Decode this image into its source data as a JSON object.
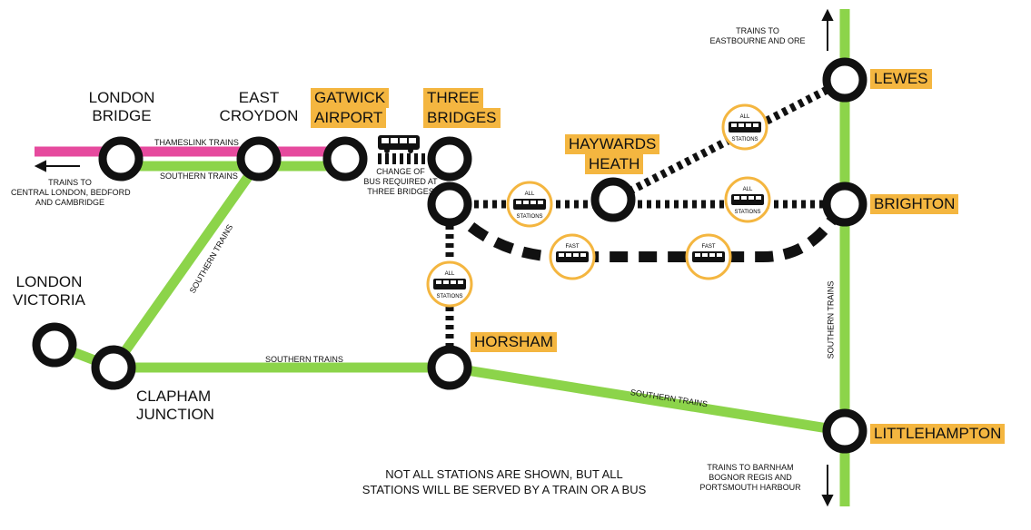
{
  "colors": {
    "southern": "#8cd44a",
    "thameslink": "#e64a9e",
    "station_ring": "#111111",
    "highlight": "#f4b640",
    "bus_dash": "#111111",
    "badge_border": "#f4b640"
  },
  "stations": {
    "london_bridge": [
      "LONDON",
      "BRIDGE"
    ],
    "east_croydon": [
      "EAST",
      "CROYDON"
    ],
    "gatwick_airport": [
      "GATWICK",
      "AIRPORT"
    ],
    "three_bridges": [
      "THREE",
      "BRIDGES"
    ],
    "haywards_heath": [
      "HAYWARDS",
      "HEATH"
    ],
    "lewes": "LEWES",
    "brighton": "BRIGHTON",
    "london_victoria": [
      "LONDON",
      "VICTORIA"
    ],
    "clapham_junction": [
      "CLAPHAM",
      "JUNCTION"
    ],
    "horsham": "HORSHAM",
    "littlehampton": "LITTLEHAMPTON"
  },
  "line_labels": {
    "thameslink": "THAMESLINK TRAINS",
    "southern_top": "SOUTHERN TRAINS",
    "southern_diag": "SOUTHERN TRAINS",
    "southern_bottom": "SOUTHERN TRAINS",
    "southern_horsham": "SOUTHERN TRAINS",
    "southern_right": "SOUTHERN TRAINS"
  },
  "direction_notes": {
    "central_london": [
      "TRAINS TO",
      "CENTRAL LONDON, BEDFORD",
      "AND CAMBRIDGE"
    ],
    "eastbourne": [
      "TRAINS TO",
      "EASTBOURNE AND ORE"
    ],
    "barnham": [
      "TRAINS TO BARNHAM",
      "BOGNOR REGIS AND",
      "PORTSMOUTH HARBOUR"
    ]
  },
  "change_note": [
    "CHANGE OF",
    "BUS REQUIRED AT",
    "THREE BRIDGES"
  ],
  "badges": {
    "all_top": "ALL",
    "all_bottom": "STATIONS",
    "fast": "FAST"
  },
  "footer_note": [
    "NOT ALL STATIONS ARE SHOWN, BUT ALL",
    "STATIONS WILL BE SERVED BY A TRAIN OR A BUS"
  ]
}
